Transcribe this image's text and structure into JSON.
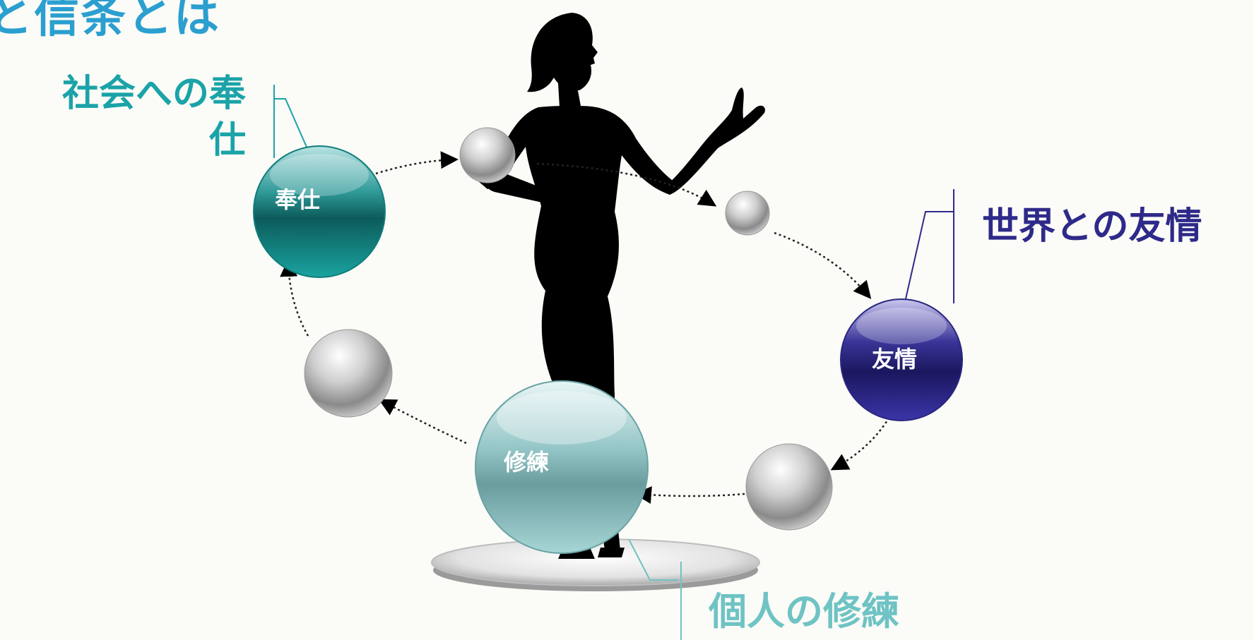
{
  "heading": "と信条とは",
  "labels": {
    "service_outer": "社会への奉\n仕",
    "friendship_outer": "世界との友情",
    "training_outer": "個人の修練"
  },
  "orbs": {
    "service": "奉仕",
    "friendship": "友情",
    "training": "修練"
  },
  "colors": {
    "service": "#1aa3a8",
    "friendship": "#2e2a8a",
    "training": "#6fc3c4",
    "heading": "#2a9fd0"
  }
}
